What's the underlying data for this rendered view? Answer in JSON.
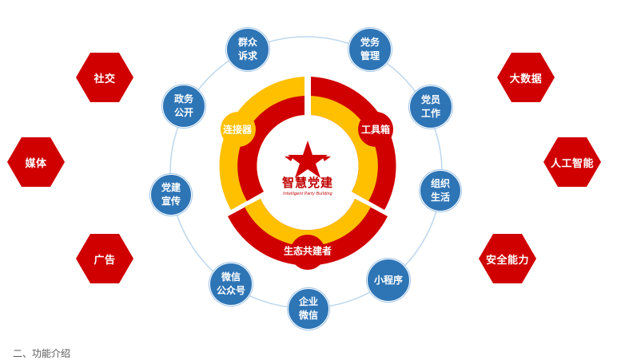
{
  "center": {
    "title": "智慧党建",
    "subtitle": "Intelligent Party Building",
    "icon": "star-icon",
    "color": "#c00000"
  },
  "ring": {
    "segments": [
      {
        "label": "连接器",
        "outer_color": "#ffc000",
        "inner_color": "#d00000"
      },
      {
        "label": "工具箱",
        "outer_color": "#d00000",
        "inner_color": "#ffc000"
      },
      {
        "label": "生态共建者",
        "outer_color": "#d00000",
        "inner_color": "#ffc000"
      }
    ]
  },
  "orbit": {
    "color": "#2e75b6",
    "nodes": [
      {
        "label": "群众\n诉求"
      },
      {
        "label": "党务\n管理"
      },
      {
        "label": "政务\n公开"
      },
      {
        "label": "党员\n工作"
      },
      {
        "label": "党建\n宣传"
      },
      {
        "label": "组织\n生活"
      },
      {
        "label": "微信\n公众号"
      },
      {
        "label": "小程序"
      },
      {
        "label": "企业\n微信"
      }
    ]
  },
  "left_hexagons": [
    {
      "label": "社交"
    },
    {
      "label": "媒体"
    },
    {
      "label": "广告"
    }
  ],
  "right_hexagons": [
    {
      "label": "大数据"
    },
    {
      "label": "人工智能"
    },
    {
      "label": "安全能力"
    }
  ],
  "hex_color": "#d00000",
  "footer": {
    "text": "二、功能介绍"
  }
}
